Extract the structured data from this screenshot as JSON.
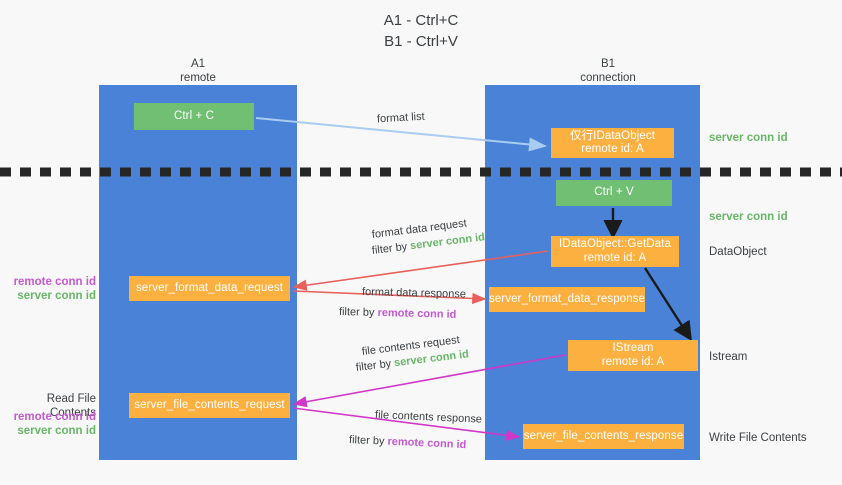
{
  "title": "A1 - Ctrl+C\nB1 - Ctrl+V",
  "colors": {
    "lane_blue": "#4a82d8",
    "box_green": "#70bf72",
    "box_orange": "#fbb040",
    "server_conn_green": "#68b668",
    "remote_conn_purple": "#c45ad0",
    "arrow_red": "#e8605a",
    "arrow_magenta": "#d138c8",
    "arrow_lightblue": "#a8cdf0",
    "arrow_black": "#1a1a1a",
    "background": "#f8f8f8",
    "text_dark": "#3c4043"
  },
  "lanes": {
    "left": {
      "name": "A1",
      "role": "remote"
    },
    "right": {
      "name": "B1",
      "role": "connection"
    }
  },
  "boxes": {
    "ctrl_c": "Ctrl + C",
    "ctrl_v": "Ctrl + V",
    "idataobject": "仅行IDataObject\nremote id: A",
    "getdata": "IDataObject::GetData\nremote id: A",
    "istream": "IStream\nremote id: A",
    "server_format_data_request": "server_format_data_request",
    "server_format_data_response": "server_format_data_response",
    "server_file_contents_request": "server_file_contents_request",
    "server_file_contents_response": "server_file_contents_response"
  },
  "side_labels": {
    "server_conn_id_1": "server conn id",
    "server_conn_id_2": "server conn id",
    "dataobject": "DataObject",
    "istream": "Istream",
    "write_file_contents": "Write File Contents",
    "read_file_contents": "Read File Contents",
    "remote_conn_id": "remote conn id",
    "server_conn_id": "server conn id"
  },
  "arrow_labels": {
    "format_list": "format list",
    "format_data_request": "format data request",
    "filter_by": "filter by ",
    "server_conn_id": "server conn id",
    "remote_conn_id": "remote conn id",
    "format_data_response": "format data response",
    "file_contents_request": "file contents request",
    "file_contents_response": "file contents response"
  }
}
